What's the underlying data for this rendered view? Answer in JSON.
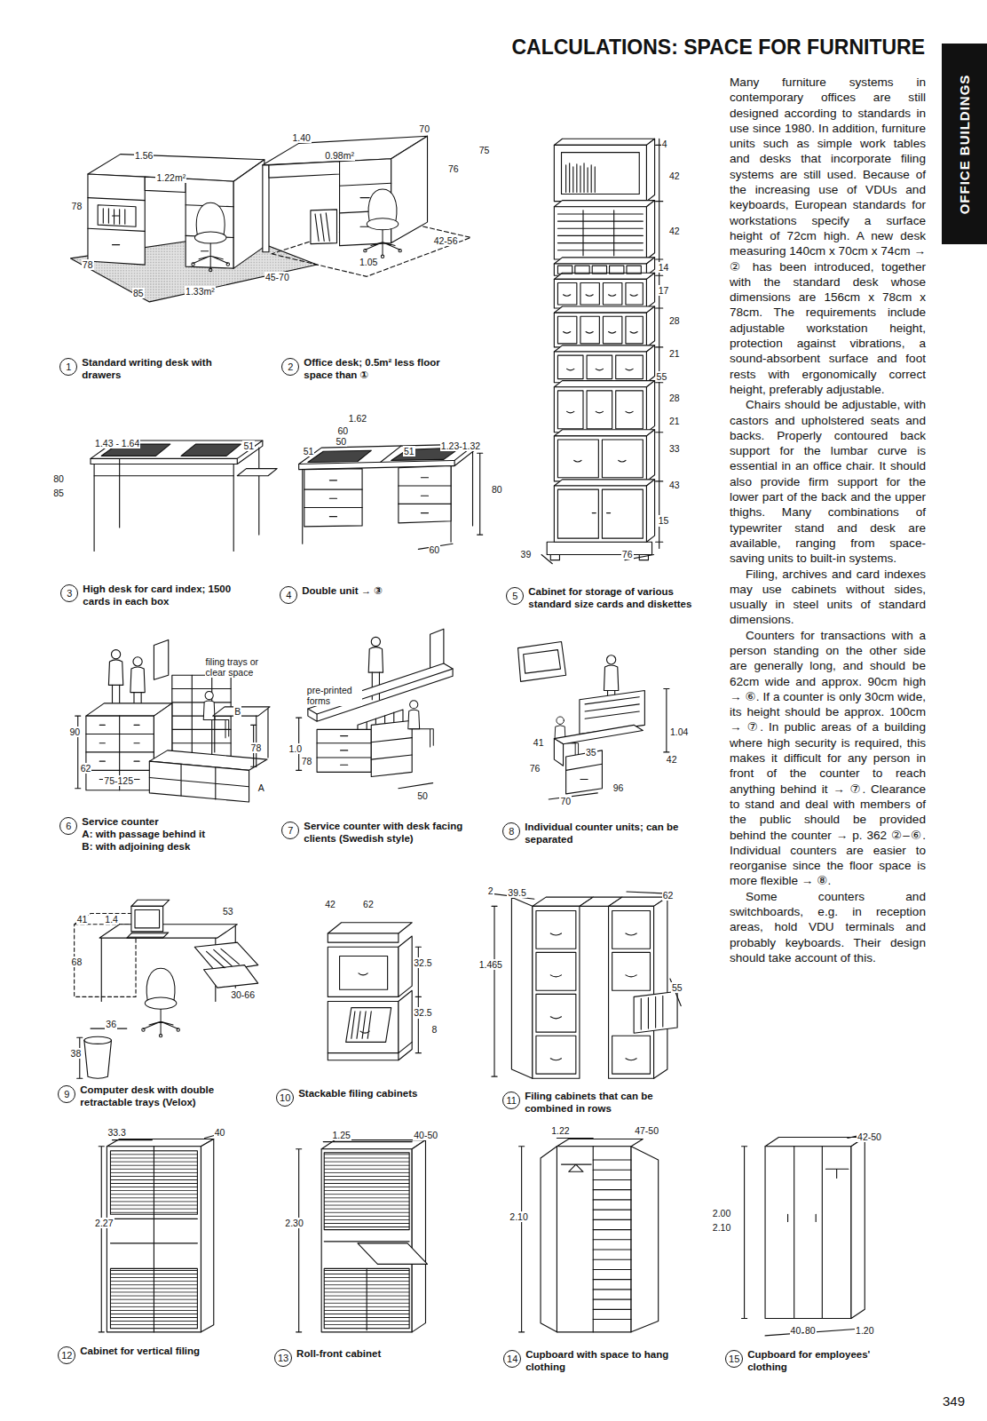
{
  "diagram": {
    "title": "CALCULATIONS: SPACE FOR FURNITURE",
    "nodes": [
      {
        "text": [
          "OFFICE BUILDINGS"
        ]
      },
      {
        "text": [
          "1",
          "Standard writing desk with drawers"
        ]
      },
      {
        "text": [
          "2",
          "Office desk; 0.5m² less floor space than ①"
        ]
      },
      {
        "text": [
          "3",
          "High desk for card index; 1500 cards in each box"
        ]
      },
      {
        "text": [
          "4",
          "Double unit → ③"
        ]
      },
      {
        "text": [
          "5",
          "Cabinet for storage of various standard size cards and diskettes"
        ]
      },
      {
        "text": [
          "6",
          "Service counter",
          "A: with passage behind it",
          "B: with adjoining desk"
        ]
      },
      {
        "text": [
          "7",
          "Service counter with desk facing clients (Swedish style)"
        ]
      },
      {
        "text": [
          "8",
          "Individual counter units; can be separated"
        ]
      },
      {
        "text": [
          "9",
          "Computer desk with double retractable trays (Velox)"
        ]
      },
      {
        "text": [
          "10",
          "Stackable filing cabinets"
        ]
      },
      {
        "text": [
          "11",
          "Filing cabinets that can be combined in rows"
        ]
      },
      {
        "text": [
          "12",
          "Cabinet for vertical filing"
        ]
      },
      {
        "text": [
          "13",
          "Roll-front cabinet"
        ]
      },
      {
        "text": [
          "14",
          "Cupboard with space to hang clothing"
        ]
      },
      {
        "text": [
          "15",
          "Cupboard for employees' clothing"
        ]
      }
    ],
    "labels": [
      "Many furniture systems in contemporary offices are still designed according to standards in use since 1980. In addition, furniture units such as simple work tables and desks that incorporate filing systems are still used. Because of the increasing use of VDUs and keyboards, European standards for workstations specify a surface height of 72cm high. A new desk measuring 140cm x 70cm x 74cm → ② has been introduced, together with the standard desk whose dimensions are 156cm x 78cm x 78cm. The requirements include adjustable workstation height, protection against vibrations, a sound-absorbent surface and foot rests with ergonomically correct height, preferably adjustable.",
      "Chairs should be adjustable, with castors and upholstered seats and backs. Properly contoured back support for the lumbar curve is essential in an office chair. It should also provide firm support for the lower part of the back and the upper thighs. Many combinations of typewriter stand and desk are available, ranging from space-saving units to built-in systems.",
      "Filing, archives and card indexes may use cabinets without sides, usually in steel units of standard dimensions.",
      "Counters for transactions with a person standing on the other side are generally long, and should be 62cm wide and approx. 90cm high → ⑥. If a counter is only 30cm wide, its height should be approx. 100cm → ⑦. In public areas of a building where high security is required, this makes it difficult for any person in front of the counter to reach anything behind it → ⑦. Clearance to stand and deal with members of the public should be provided behind the counter → p. 362 ②–⑥. Individual counters are easier to reorganise since the floor space is more flexible → ⑧.",
      "Some counters and switchboards, e.g. in reception areas, hold VDU terminals and probably keyboards. Their design should take account of this.",
      "349",
      "1.56",
      "1.22m²",
      "78",
      "78",
      "85",
      "1.33m²",
      "1.40",
      "0.98m²",
      "70",
      "75",
      "76",
      "42-56",
      "1.05",
      "45-70",
      "1.43 - 1.64",
      "51",
      "80",
      "85",
      "1.62",
      "60",
      "50",
      "51",
      "51",
      "1.23-1.32",
      "80",
      "60",
      "4",
      "42",
      "42",
      "14",
      "17",
      "28",
      "21",
      "55",
      "28",
      "21",
      "33",
      "43",
      "15",
      "39",
      "76",
      "filing trays or clear space",
      "90",
      "62",
      "75-125",
      "B",
      "78",
      "A",
      "pre-printed forms",
      "1.0",
      "78",
      "50",
      "1.04",
      "41",
      "35",
      "76",
      "42",
      "96",
      "70",
      "41",
      "1.4",
      "53",
      "68",
      "30-66",
      "36",
      "38",
      "42",
      "62",
      "32.5",
      "32.5",
      "8",
      "2",
      "39.5",
      "62",
      "1.465",
      "55",
      "33.3",
      "40",
      "2.27",
      "1.25",
      "40-50",
      "2.30",
      "1.22",
      "47-50",
      "2.10",
      "42-50",
      "2.00",
      "2.10",
      "40",
      "80",
      "1.20"
    ]
  }
}
